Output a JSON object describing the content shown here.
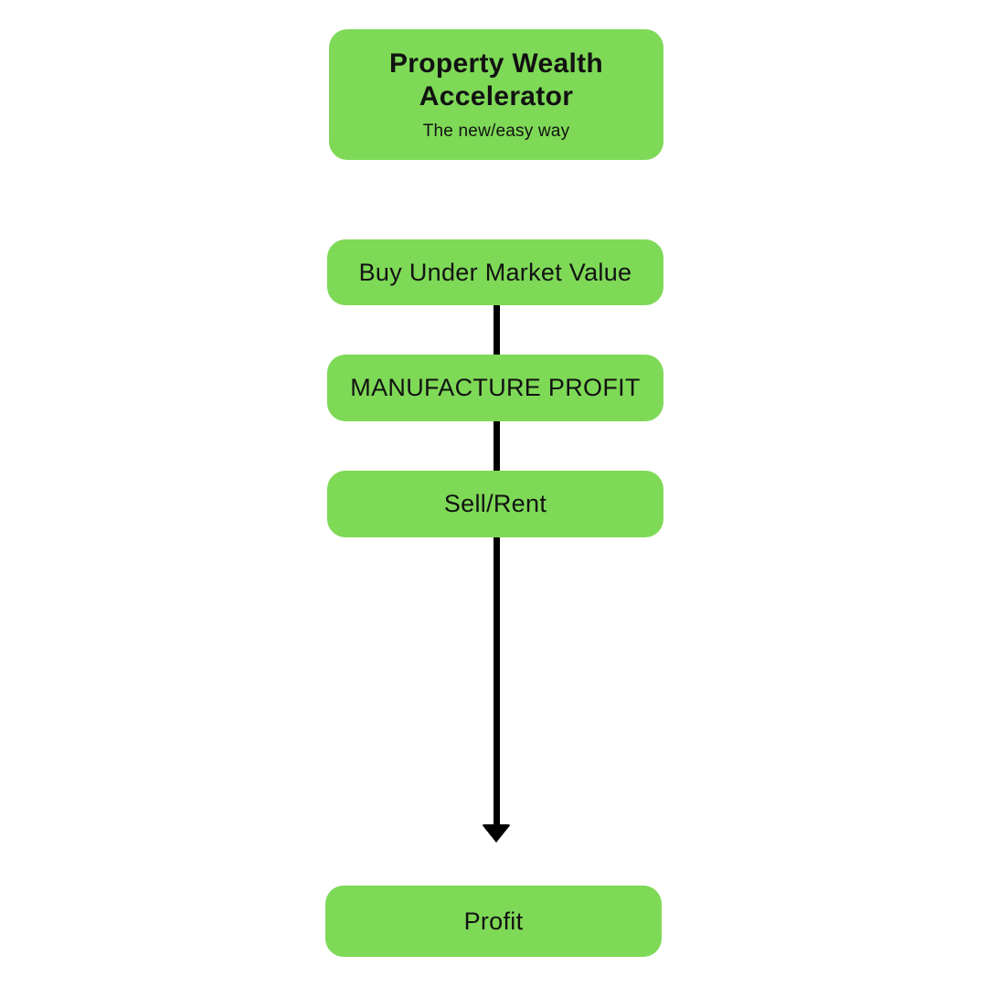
{
  "colors": {
    "box_green": "#7ED957",
    "text": "#121212",
    "arrow": "#000000",
    "background": "#ffffff"
  },
  "header": {
    "title": "Property Wealth Accelerator",
    "subtitle": "The new/easy way"
  },
  "flow": {
    "steps": [
      {
        "label": "Buy Under Market Value"
      },
      {
        "label": "MANUFACTURE PROFIT"
      },
      {
        "label": "Sell/Rent"
      }
    ],
    "result": {
      "label": "Profit"
    }
  }
}
